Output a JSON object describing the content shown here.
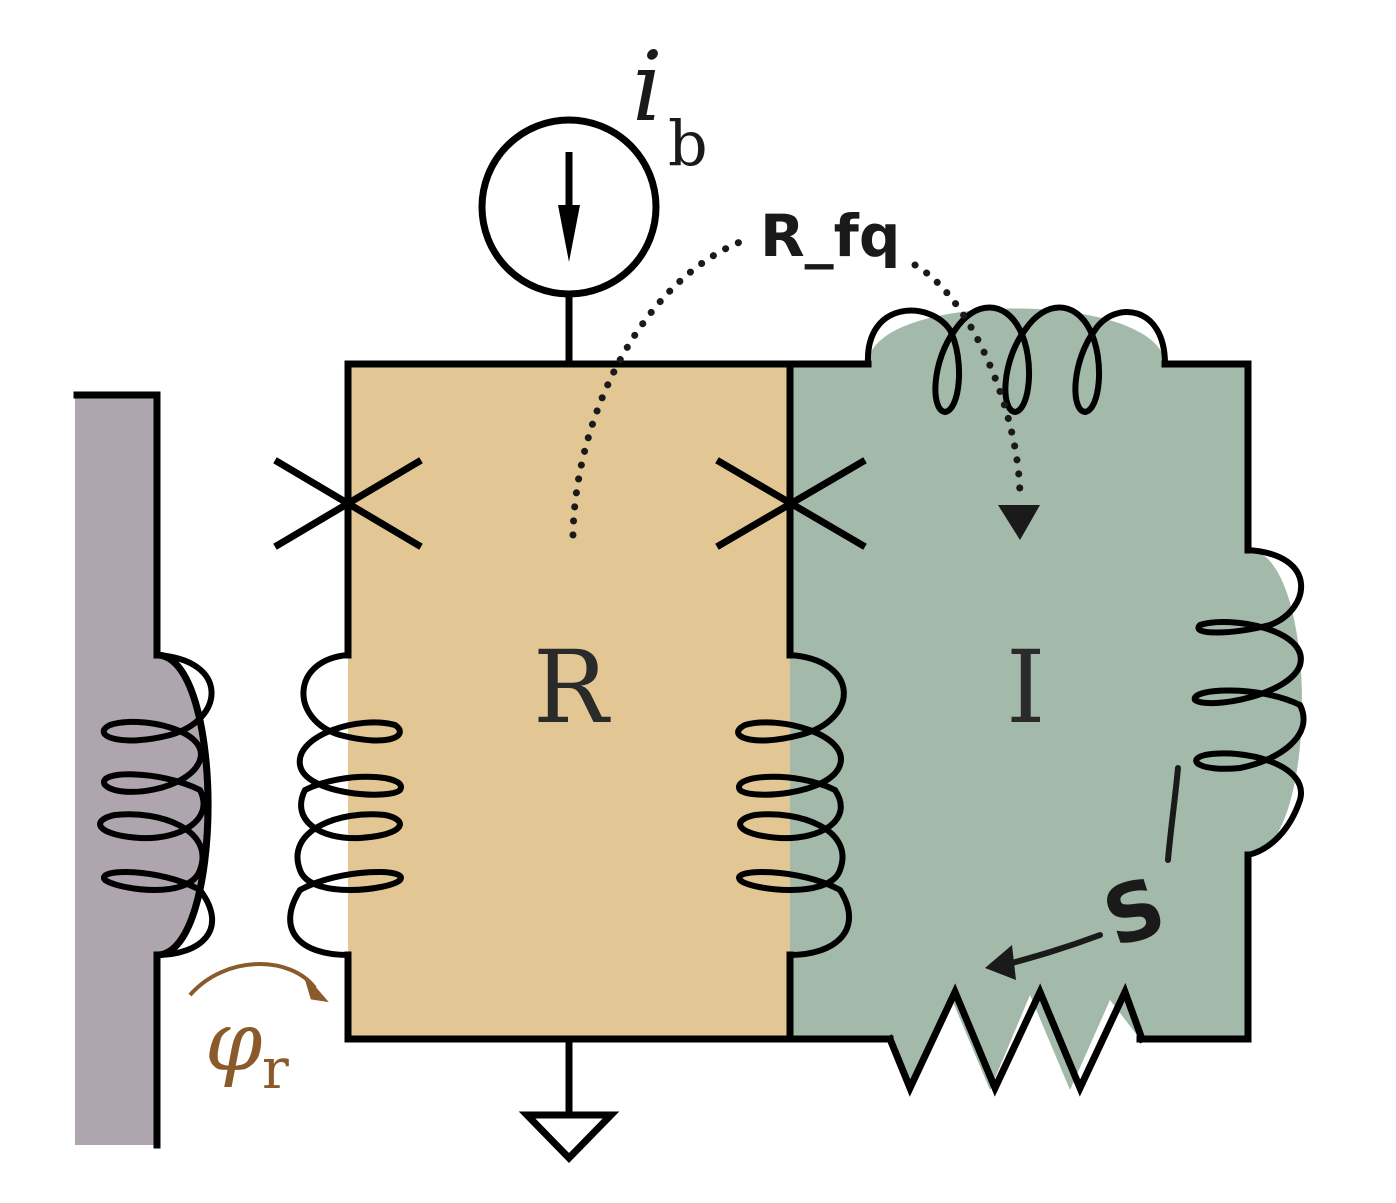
{
  "labels": {
    "bias_current_main": "i",
    "bias_current_sub": "b",
    "flux_main": "φ",
    "flux_sub": "r",
    "region_r": "R",
    "region_i": "I",
    "path_rfq": "R_fq",
    "path_s": "S"
  },
  "colors": {
    "region_r_fill": "#e2c795",
    "region_i_fill": "#a3b9aa",
    "external_loop_fill": "#afa5ae",
    "flux_color": "#8a5a2b",
    "line": "#000000",
    "label_text": "#1a1a1a"
  },
  "icons": {
    "current_source": "circle-arrow-down-icon",
    "ground": "ground-triangle-icon",
    "junction": "cross-icon",
    "inductor": "coil-icon",
    "resistor": "zigzag-icon"
  }
}
